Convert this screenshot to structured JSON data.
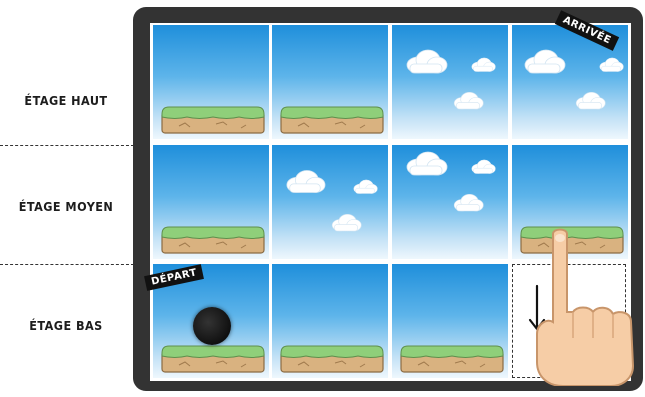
{
  "floors": {
    "top": "ÉTAGE HAUT",
    "middle": "ÉTAGE MOYEN",
    "bottom": "ÉTAGE BAS"
  },
  "tags": {
    "finish": "ARRIVÉE",
    "start": "DÉPART"
  },
  "tiles": [
    {
      "row": 0,
      "col": 0,
      "type": "platform"
    },
    {
      "row": 0,
      "col": 1,
      "type": "platform"
    },
    {
      "row": 0,
      "col": 2,
      "type": "clouds"
    },
    {
      "row": 0,
      "col": 3,
      "type": "clouds"
    },
    {
      "row": 1,
      "col": 0,
      "type": "platform"
    },
    {
      "row": 1,
      "col": 1,
      "type": "clouds"
    },
    {
      "row": 1,
      "col": 2,
      "type": "clouds"
    },
    {
      "row": 1,
      "col": 3,
      "type": "platform"
    },
    {
      "row": 2,
      "col": 0,
      "type": "platform"
    },
    {
      "row": 2,
      "col": 1,
      "type": "platform"
    },
    {
      "row": 2,
      "col": 2,
      "type": "platform"
    },
    {
      "row": 2,
      "col": 3,
      "type": "empty"
    }
  ],
  "icons": {
    "pointer": "pointing-hand-icon",
    "drop_arrow": "down-arrow-icon",
    "ball": "ball-icon"
  },
  "colors": {
    "board": "#333333",
    "sky_top": "#1f8fdb",
    "sky_bottom": "#eef7fd",
    "grass": "#8fcf7a",
    "dirt": "#d9b280",
    "tag_bg": "#111111"
  }
}
